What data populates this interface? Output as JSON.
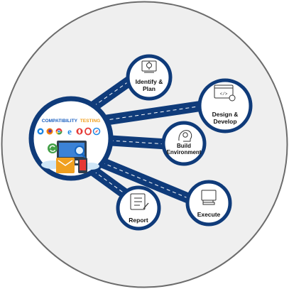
{
  "hub": {
    "title_part1": "COMPATIBILITY",
    "title_part2": "TESTING",
    "title_color1": "#1a5fc0",
    "title_color2": "#f0a020",
    "browser_icons": [
      "edge-icon",
      "firefox-icon",
      "chrome-icon",
      "ie-icon",
      "opera-icon",
      "safari-icon"
    ]
  },
  "colors": {
    "navy": "#0f3b7a",
    "ring": "#6c6c6c",
    "bg": "#efefef"
  },
  "nodes": [
    {
      "id": "identify",
      "line1": "Identify &",
      "line2": "Plan",
      "icon": "gear-cloud-icon"
    },
    {
      "id": "design",
      "line1": "Design &",
      "line2": "Develop",
      "icon": "code-window-icon"
    },
    {
      "id": "build",
      "line1": "Build",
      "line2": "Environment",
      "icon": "gear-head-icon"
    },
    {
      "id": "execute",
      "line1": "Execute",
      "line2": "",
      "icon": "monitor-books-icon"
    },
    {
      "id": "report",
      "line1": "Report",
      "line2": "",
      "icon": "checklist-icon"
    }
  ]
}
